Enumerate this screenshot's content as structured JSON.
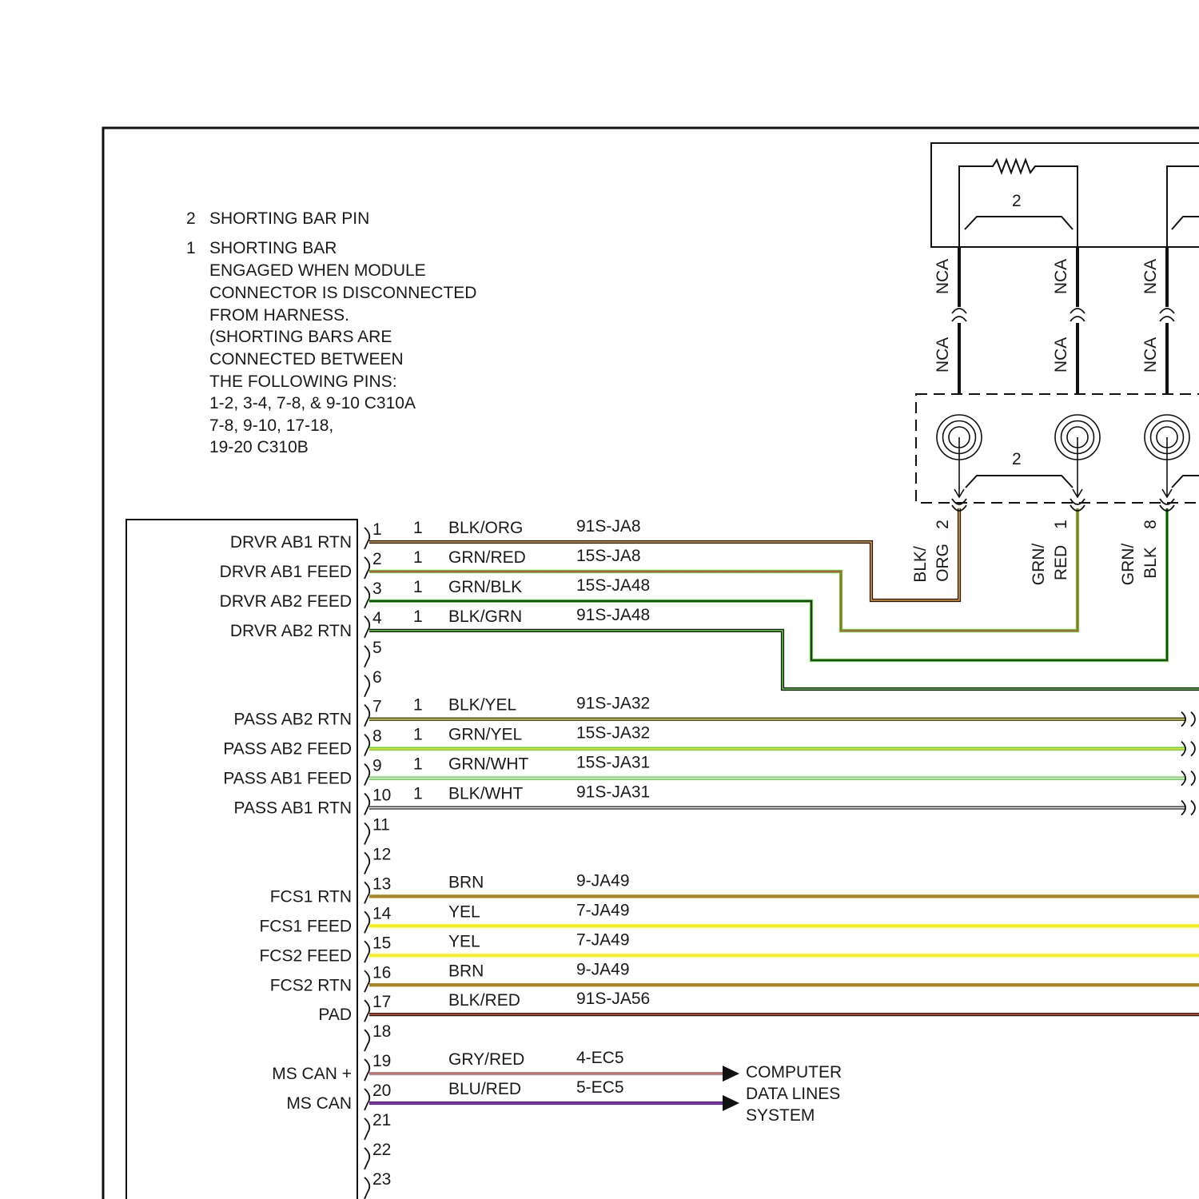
{
  "notes": [
    {
      "marker": "2",
      "lines": [
        "SHORTING BAR PIN"
      ]
    },
    {
      "marker": "1",
      "lines": [
        "SHORTING BAR",
        "ENGAGED WHEN MODULE",
        "CONNECTOR IS DISCONNECTED",
        "FROM HARNESS.",
        "(SHORTING BARS ARE",
        "CONNECTED BETWEEN",
        "THE FOLLOWING PINS:",
        "1-2, 3-4, 7-8, & 9-10 C310A",
        "7-8, 9-10, 17-18,",
        "19-20 C310B"
      ]
    }
  ],
  "pins": [
    {
      "pin": "1",
      "name": "DRVR AB1 RTN",
      "note": "1",
      "color_name": "BLK/ORG",
      "circuit": "91S-JA8",
      "wire": "#1a1a1a",
      "stripe": "#f39a1e"
    },
    {
      "pin": "2",
      "name": "DRVR AB1 FEED",
      "note": "1",
      "color_name": "GRN/RED",
      "circuit": "15S-JA8",
      "wire": "#57c83a",
      "stripe": "#d04a2a"
    },
    {
      "pin": "3",
      "name": "DRVR AB2 FEED",
      "note": "1",
      "color_name": "GRN/BLK",
      "circuit": "15S-JA48",
      "wire": "#57c83a",
      "stripe": "#1a1a1a"
    },
    {
      "pin": "4",
      "name": "DRVR AB2 RTN",
      "note": "1",
      "color_name": "BLK/GRN",
      "circuit": "91S-JA48",
      "wire": "#1a1a1a",
      "stripe": "#57c83a"
    },
    {
      "pin": "5",
      "name": "",
      "note": "",
      "color_name": "",
      "circuit": "",
      "wire": "",
      "stripe": ""
    },
    {
      "pin": "6",
      "name": "",
      "note": "",
      "color_name": "",
      "circuit": "",
      "wire": "",
      "stripe": ""
    },
    {
      "pin": "7",
      "name": "PASS AB2 RTN",
      "note": "1",
      "color_name": "BLK/YEL",
      "circuit": "91S-JA32",
      "wire": "#1a1a1a",
      "stripe": "#f0ea1a"
    },
    {
      "pin": "8",
      "name": "PASS AB2 FEED",
      "note": "1",
      "color_name": "GRN/YEL",
      "circuit": "15S-JA32",
      "wire": "#57c83a",
      "stripe": "#f0ea1a"
    },
    {
      "pin": "9",
      "name": "PASS AB1 FEED",
      "note": "1",
      "color_name": "GRN/WHT",
      "circuit": "15S-JA31",
      "wire": "#57c83a",
      "stripe": "#eeeeee"
    },
    {
      "pin": "10",
      "name": "PASS AB1 RTN",
      "note": "1",
      "color_name": "BLK/WHT",
      "circuit": "91S-JA31",
      "wire": "#1a1a1a",
      "stripe": "#eeeeee"
    },
    {
      "pin": "11",
      "name": "",
      "note": "",
      "color_name": "",
      "circuit": "",
      "wire": "",
      "stripe": ""
    },
    {
      "pin": "12",
      "name": "",
      "note": "",
      "color_name": "",
      "circuit": "",
      "wire": "",
      "stripe": ""
    },
    {
      "pin": "13",
      "name": "FCS1 RTN",
      "note": "",
      "color_name": "BRN",
      "circuit": "9-JA49",
      "wire": "#a8861e",
      "stripe": ""
    },
    {
      "pin": "14",
      "name": "FCS1 FEED",
      "note": "",
      "color_name": "YEL",
      "circuit": "7-JA49",
      "wire": "#f5f01a",
      "stripe": ""
    },
    {
      "pin": "15",
      "name": "FCS2 FEED",
      "note": "",
      "color_name": "YEL",
      "circuit": "7-JA49",
      "wire": "#f5f01a",
      "stripe": ""
    },
    {
      "pin": "16",
      "name": "FCS2 RTN",
      "note": "",
      "color_name": "BRN",
      "circuit": "9-JA49",
      "wire": "#a8861e",
      "stripe": ""
    },
    {
      "pin": "17",
      "name": "PAD",
      "note": "",
      "color_name": "BLK/RED",
      "circuit": "91S-JA56",
      "wire": "#1a1a1a",
      "stripe": "#d04a2a"
    },
    {
      "pin": "18",
      "name": "",
      "note": "",
      "color_name": "",
      "circuit": "",
      "wire": "",
      "stripe": ""
    },
    {
      "pin": "19",
      "name": "MS CAN +",
      "note": "",
      "color_name": "GRY/RED",
      "circuit": "4-EC5",
      "wire": "#9a9a9a",
      "stripe": "#e06060"
    },
    {
      "pin": "20",
      "name": "MS CAN",
      "note": "",
      "color_name": "BLU/RED",
      "circuit": "5-EC5",
      "wire": "#2a2aa8",
      "stripe": "#c02a6a"
    },
    {
      "pin": "21",
      "name": "",
      "note": "",
      "color_name": "",
      "circuit": "",
      "wire": "",
      "stripe": ""
    },
    {
      "pin": "22",
      "name": "",
      "note": "",
      "color_name": "",
      "circuit": "",
      "wire": "",
      "stripe": ""
    },
    {
      "pin": "23",
      "name": "",
      "note": "",
      "color_name": "",
      "circuit": "",
      "wire": "",
      "stripe": ""
    }
  ],
  "clockspring": {
    "nca": "NCA",
    "shorting_bar_marker": "2",
    "pins": [
      {
        "pin": "2",
        "color_lines": [
          "BLK/",
          "ORG"
        ]
      },
      {
        "pin": "1",
        "color_lines": [
          "GRN/",
          "RED"
        ]
      },
      {
        "pin": "8",
        "color_lines": [
          "GRN/",
          "BLK"
        ]
      }
    ]
  },
  "destination": {
    "lines": [
      "COMPUTER",
      "DATA LINES",
      "SYSTEM"
    ]
  }
}
